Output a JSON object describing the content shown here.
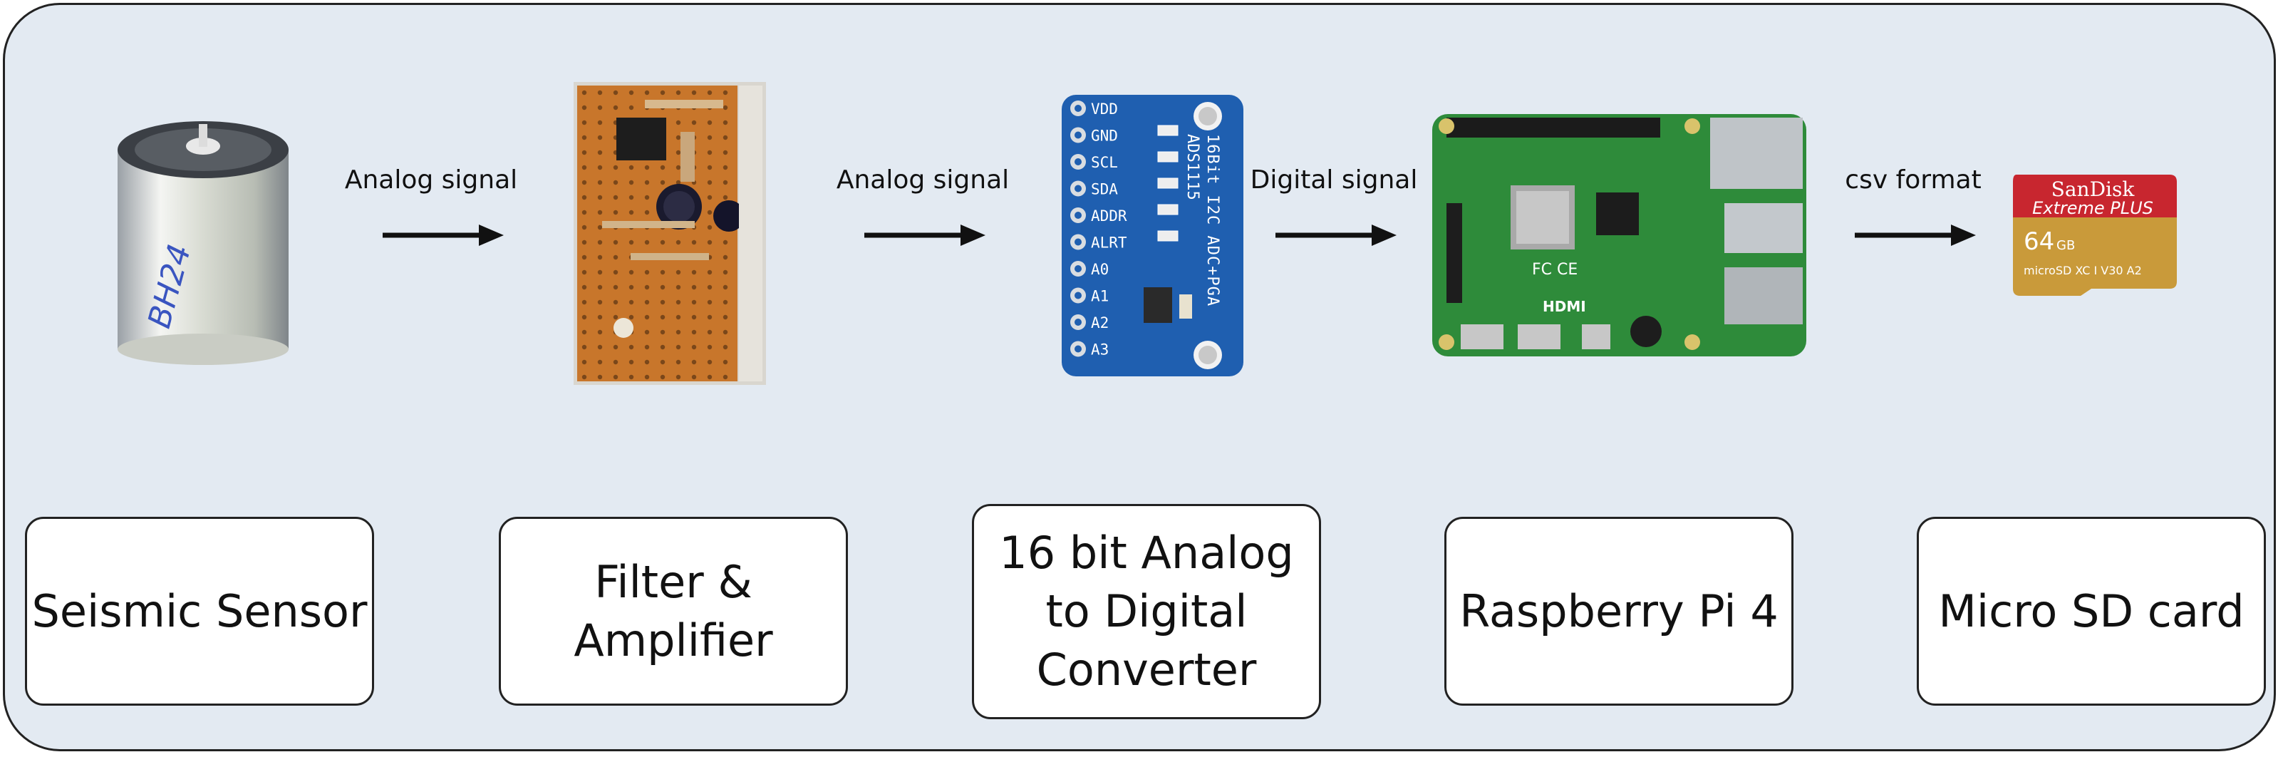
{
  "components": [
    {
      "label": "Seismic Sensor",
      "sensor_marking": "BH24"
    },
    {
      "label": "Filter &\nAmplifier"
    },
    {
      "label": "16 bit Analog\nto Digital\nConverter"
    },
    {
      "label": "Raspberry Pi 4"
    },
    {
      "label": "Micro SD card"
    }
  ],
  "signals": [
    {
      "label": "Analog signal"
    },
    {
      "label": "Analog signal"
    },
    {
      "label": "Digital signal"
    },
    {
      "label": "csv format"
    }
  ],
  "adc_board": {
    "pins": [
      "VDD",
      "GND",
      "SCL",
      "SDA",
      "ADDR",
      "ALRT",
      "A0",
      "A1",
      "A2",
      "A3"
    ],
    "title_line1": "16Bit I2C ADC+PGA",
    "title_line2": "ADS1115"
  },
  "sd_card": {
    "brand": "SanDisk",
    "line": "Extreme PLUS",
    "capacity": "64",
    "capacity_unit": "GB",
    "badges": "microSD XC I V30 A2"
  },
  "pi_board": {
    "text_hdmi": "HDMI",
    "text_fc": "FC CE"
  },
  "colors": {
    "panel_background": "#e3eaf2",
    "border": "#222222",
    "adc_board_blue": "#1f5fb0",
    "pi_green": "#2e8b3a",
    "sd_red": "#c8262f",
    "sd_gold": "#c99a3a",
    "perfboard_orange": "#c8762b"
  }
}
